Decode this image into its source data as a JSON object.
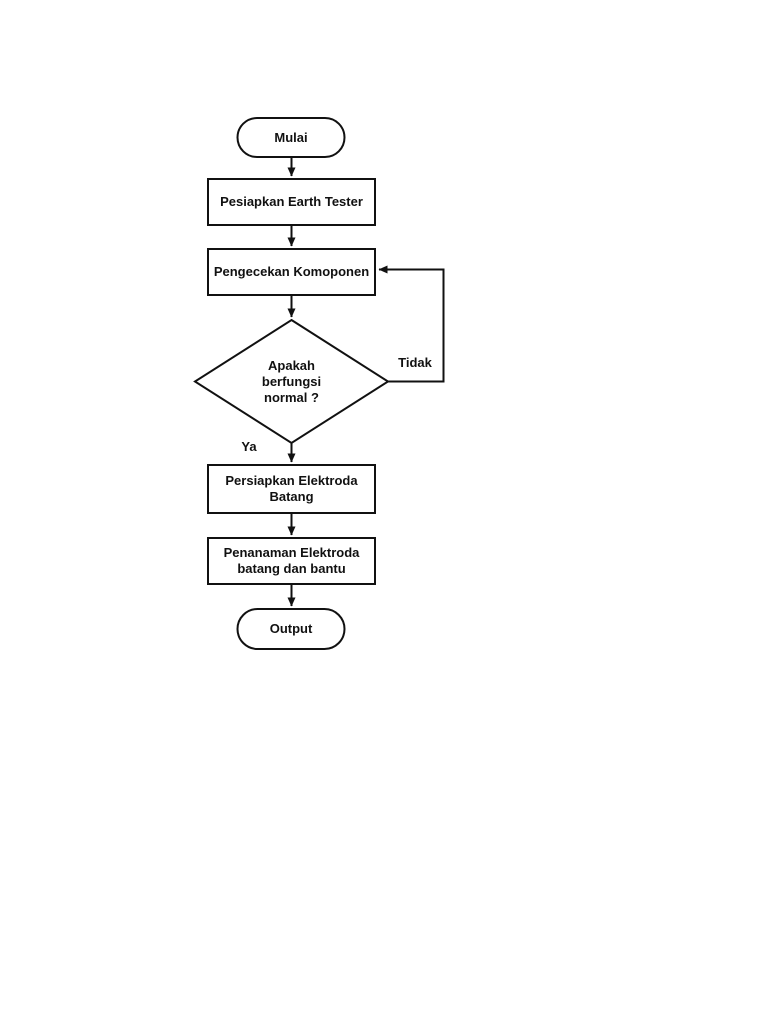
{
  "flowchart": {
    "title": "Earth Tester procedure flowchart",
    "colors": {
      "stroke": "#111111",
      "fill": "#ffffff",
      "text": "#111111",
      "background": "#ffffff"
    },
    "nodes": [
      {
        "id": "start",
        "type": "terminator",
        "label": "Mulai"
      },
      {
        "id": "prepare-earth-tester",
        "type": "process",
        "label": "Pesiapkan Earth Tester"
      },
      {
        "id": "component-check",
        "type": "process",
        "label": "Pengecekan Komoponen"
      },
      {
        "id": "decision-working-normal",
        "type": "decision",
        "label": "Apakah berfungsi normal ?"
      },
      {
        "id": "prepare-rod-electrode",
        "type": "process",
        "label": "Persiapkan Elektroda Batang"
      },
      {
        "id": "plant-electrodes",
        "type": "process",
        "label": "Penanaman Elektroda batang dan bantu"
      },
      {
        "id": "output",
        "type": "terminator",
        "label": "Output"
      }
    ],
    "edges": {
      "yes_label": "Ya",
      "no_label": "Tidak"
    }
  }
}
